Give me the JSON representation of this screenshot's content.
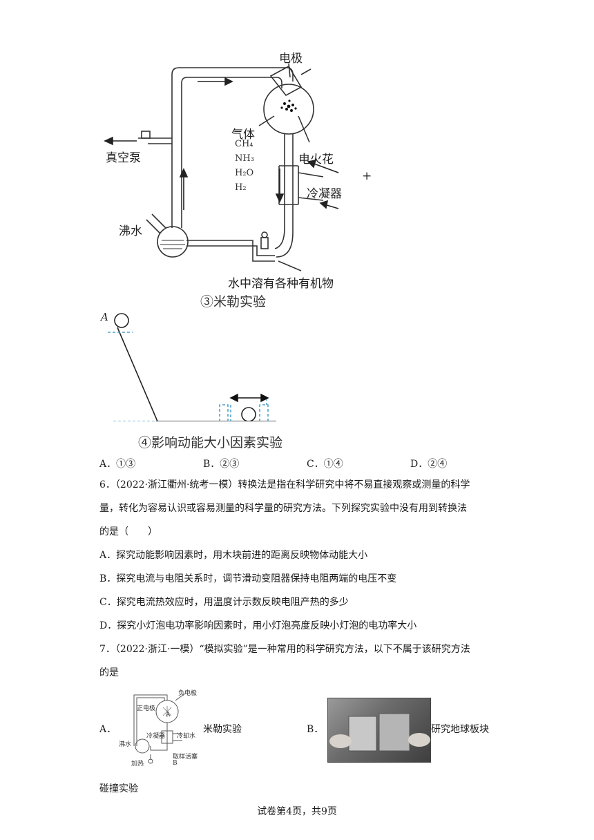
{
  "figure3": {
    "label_electrode": "电极",
    "label_gas": "气体",
    "molecules": [
      "CH₄",
      "NH₃",
      "H₂O",
      "H₂"
    ],
    "label_spark": "电火花",
    "label_vacuum": "真空泵",
    "label_condenser": "冷凝器",
    "label_boiling": "沸水",
    "label_solution": "水中溶有各种有机物",
    "caption": "③米勒实验",
    "plus_mark": "+"
  },
  "figure4": {
    "point_a": "A",
    "caption": "④影响动能大小因素实验"
  },
  "q5_options": [
    "A．①③",
    "B．②③",
    "C．①④",
    "D．②④"
  ],
  "q6": {
    "lines": [
      "6．（2022·浙江衢州·统考一模）转换法是指在科学研究中将不易直接观察或测量的科学",
      "量，转化为容易认识或容易测量的科学量的研究方法。下列探究实验中没有用到转换法",
      "的是（　　）"
    ],
    "options": [
      "A．探究动能影响因素时，用木块前进的距离反映物体动能大小",
      "B．探究电流与电阻关系时，调节滑动变阻器保持电阻两端的电压不变",
      "C．探究电流热效应时，用温度计示数反映电阻产热的多少",
      "D．探究小灯泡电功率影响因素时，用小灯泡亮度反映小灯泡的电功率大小"
    ]
  },
  "q7": {
    "lines": [
      "7．（2022·浙江·一模）“模拟实验”是一种常用的科学研究方法，以下不属于该研究方法",
      "的是"
    ],
    "option_a_letter": "A．",
    "option_a_text": "米勒实验",
    "option_a_figure": {
      "neg_electrode": "负电极",
      "pos_electrode": "正电极",
      "a": "A",
      "condenser": "冷凝器",
      "cooling_water": "冷却水",
      "boiling": "沸水",
      "heat": "加热",
      "sampling": "取样活塞",
      "b": "B"
    },
    "option_b_letter": "B．",
    "option_b_text": "研究地球板块",
    "option_b_cont": "碰撞实验"
  },
  "footer": "试卷第4页，共9页"
}
